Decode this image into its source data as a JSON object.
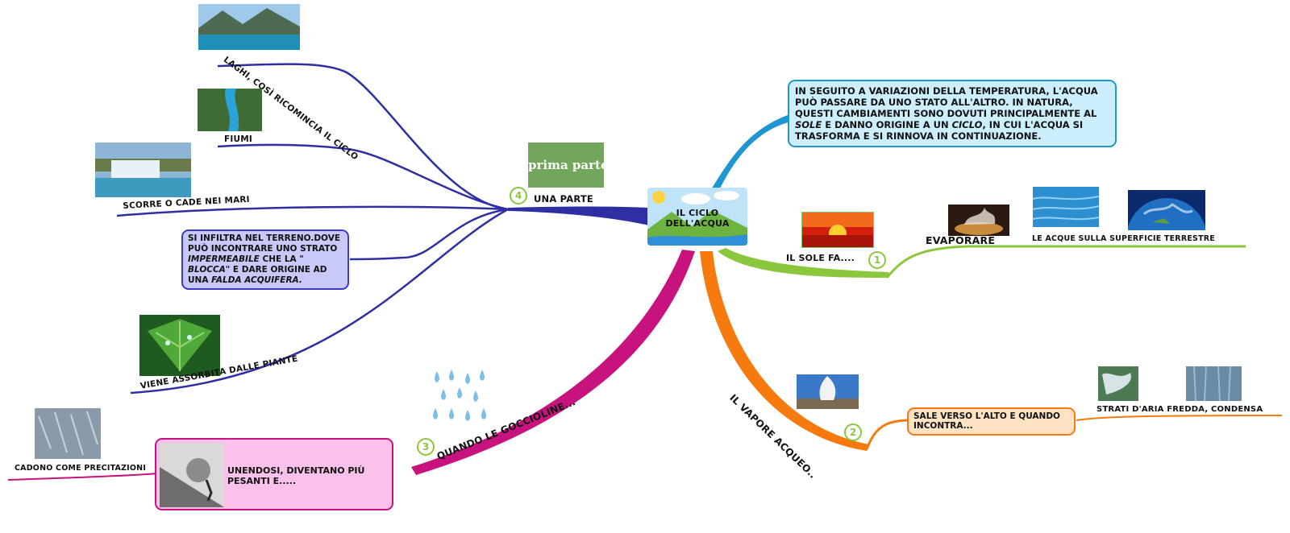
{
  "center": {
    "title_line1": "IL CICLO",
    "title_line2": "DELL'ACQUA"
  },
  "intro": {
    "text_1": "IN SEGUITO A VARIAZIONI DELLA TEMPERATURA, L'ACQUA PUÒ PASSARE DA UNO STATO ALL'ALTRO. IN NATURA, QUESTI CAMBIAMENTI SONO DOVUTI PRINCIPALMENTE AL ",
    "bold_1": "SOLE",
    "text_2": " E DANNO ORIGINE A UN ",
    "bold_2": "CICLO",
    "text_3": ", IN CUI L'ACQUA SI TRASFORMA E SI RINNOVA IN CONTINUAZIONE."
  },
  "branch1": {
    "number": "1",
    "label": "IL SOLE FA....",
    "sub_label": "EVAPORARE",
    "leaf_label": "LE ACQUE SULLA SUPERFICIE TERRESTRE",
    "color": "#8cc63f"
  },
  "branch2": {
    "number": "2",
    "label": "IL VAPORE ACQUEO..",
    "callout": "SALE VERSO L'ALTO E QUANDO INCONTRA...",
    "leaf_label": "STRATI D'ARIA FREDDA, CONDENSA",
    "color": "#f77a0f"
  },
  "branch3": {
    "number": "3",
    "label": "QUANDO LE GOCCIOLINE...",
    "callout": "UNENDOSI, DIVENTANO PIÙ PESANTI E.....",
    "leaf_label": "CADONO COME PRECITAZIONI",
    "color": "#c8137f"
  },
  "branch4": {
    "number": "4",
    "label": "UNA PARTE",
    "badge": "prima parte",
    "color": "#2d2fa3",
    "leaves": {
      "laghi": "LAGHI, COSÌ RICOMINCIA IL CICLO",
      "fiumi": "FIUMI",
      "mari": "SCORRE O CADE NEI MARI",
      "piante": "VIENE ASSORBITA DALLE PIANTE"
    },
    "falda": {
      "text_1": "SI INFILTRA NEL TERRENO.DOVE PUÒ INCONTRARE UNO STRATO ",
      "bold_1": "IMPERMEABILE",
      "text_2": " CHE LA \" ",
      "bold_2": "BLOCCA",
      "text_3": "\" E DARE ORIGINE AD UNA ",
      "bold_3": "FALDA ACQUIFERA."
    }
  },
  "intro_color": "#1e96d2"
}
